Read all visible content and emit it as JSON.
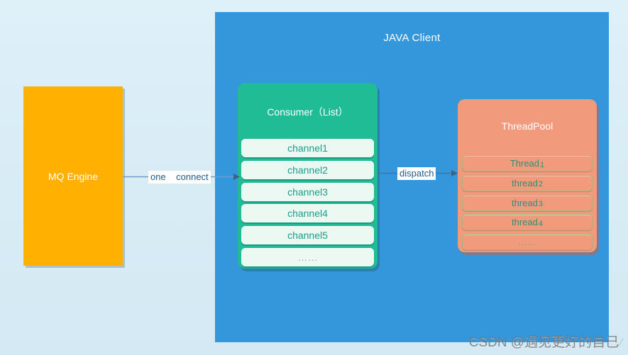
{
  "diagram": {
    "java_client": {
      "title": "JAVA Client",
      "color": "#3496db"
    },
    "mq_engine": {
      "label": "MQ Engine",
      "color": "#ffb000"
    },
    "consumer": {
      "title": "Consumer（List）",
      "color": "#1fbc95",
      "channels": [
        "channel1",
        "channel2",
        "channel3",
        "channel4",
        "channel5",
        "……"
      ]
    },
    "threadpool": {
      "title": "ThreadPool",
      "color": "#f29b7c",
      "threads": [
        {
          "text": "Thread",
          "num": "1"
        },
        {
          "text": "thread",
          "num": "2"
        },
        {
          "text": "thread",
          "num": "3"
        },
        {
          "text": "thread",
          "num": "4"
        },
        {
          "text": "……",
          "num": ""
        }
      ]
    },
    "arrows": [
      {
        "label": "one    connect"
      },
      {
        "label": "dispatch"
      }
    ]
  },
  "watermark": {
    "text": "CSDN @遇见更好的自己",
    "mark": "⁄"
  }
}
